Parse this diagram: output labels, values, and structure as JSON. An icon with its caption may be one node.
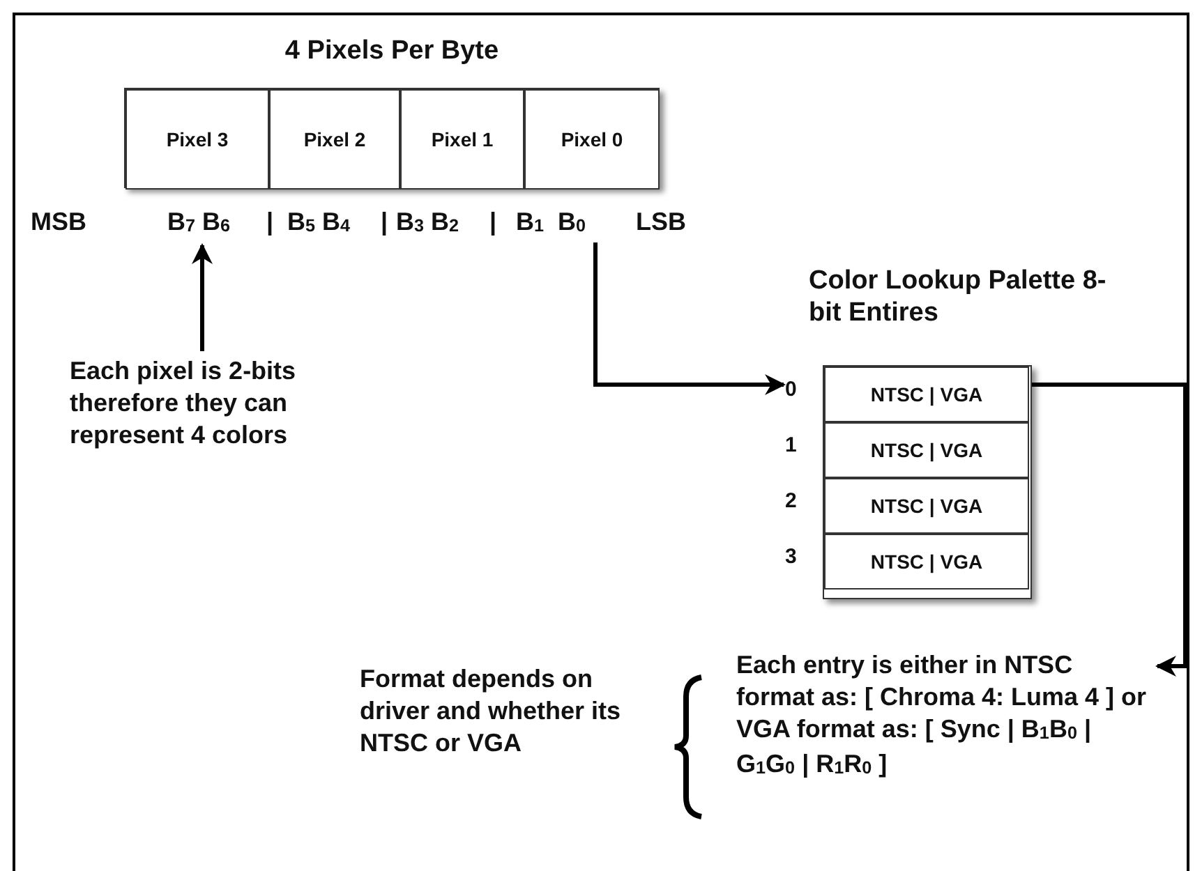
{
  "diagram": {
    "nodes": [
      {
        "text": [
          "4 Pixels Per Byte"
        ]
      },
      {
        "text": [
          "Pixel 3"
        ],
        "in": 0
      },
      {
        "text": [
          "Pixel 2"
        ],
        "in": 0
      },
      {
        "text": [
          "Pixel 1"
        ],
        "in": 0
      },
      {
        "text": [
          "Pixel 0"
        ],
        "in": 0
      },
      {
        "text": [
          "B$_{7}$ B$_{6}$"
        ]
      },
      {
        "text": [
          "B$_{5}$ B$_{4}$"
        ]
      },
      {
        "text": [
          "B$_{3}$ B$_{2}$"
        ]
      },
      {
        "text": [
          "B$_{1}$  B$_{0}$"
        ]
      },
      {
        "text": [
          "Each pixel is 2-bits therefore they can represent 4 colors"
        ]
      },
      {
        "text": [
          "Color Lookup Palette 8-bit Entires"
        ]
      },
      {
        "text": [
          "NTSC | VGA"
        ],
        "in": 10,
        "beside": [
          "0"
        ]
      },
      {
        "text": [
          "NTSC | VGA"
        ],
        "in": 10,
        "beside": [
          "1"
        ]
      },
      {
        "text": [
          "NTSC | VGA"
        ],
        "in": 10,
        "beside": [
          "2"
        ]
      },
      {
        "text": [
          "NTSC | VGA"
        ],
        "in": 10,
        "beside": [
          "3"
        ]
      },
      {
        "text": [
          "Each entry is either in NTSC format as: [ Chroma 4: Luma 4 ] or VGA format as: [ Sync | B$_{1}$B$_{0}$ | G$_{1}$G$_{0}$ | R$_{1}$R$_{0}$ ]"
        ]
      },
      {
        "text": [
          "Format depends on driver and whether its NTSC or VGA"
        ]
      }
    ],
    "edges": [
      {
        "from": 9,
        "to": 5,
        "arrow": "to"
      },
      {
        "from": 8,
        "to": 11,
        "arrow": "to"
      },
      {
        "from": 11,
        "to": 15,
        "arrow": "to"
      }
    ],
    "labels": [
      "MSB",
      "|",
      "|",
      "|",
      "LSB"
    ]
  }
}
